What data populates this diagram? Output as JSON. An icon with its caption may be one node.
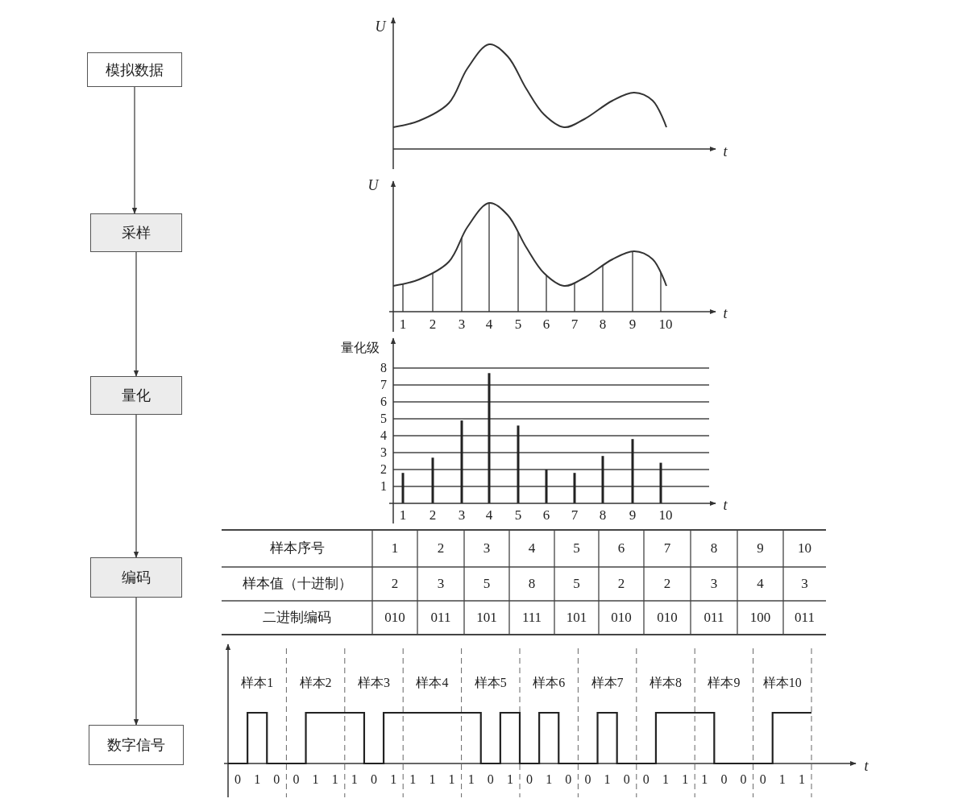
{
  "diagram": {
    "nodes": [
      {
        "text": [
          "模拟数据"
        ]
      },
      {
        "text": [
          "采样"
        ]
      },
      {
        "text": [
          "量化"
        ]
      },
      {
        "text": [
          "编码"
        ]
      },
      {
        "text": [
          "数字信号"
        ]
      }
    ],
    "edges": [
      {
        "from": 0,
        "to": 1,
        "arrow": "to"
      },
      {
        "from": 1,
        "to": 2,
        "arrow": "to"
      },
      {
        "from": 2,
        "to": 3,
        "arrow": "to"
      },
      {
        "from": 3,
        "to": 4,
        "arrow": "to"
      }
    ],
    "labels": [
      "U",
      "t",
      "U",
      "t",
      "1",
      "2",
      "3",
      "4",
      "5",
      "6",
      "7",
      "8",
      "9",
      "10",
      "样本序号",
      "1",
      "2",
      "3",
      "4",
      "5",
      "6",
      "7",
      "8",
      "9",
      "10",
      "样本值（十进制）",
      "2",
      "3",
      "5",
      "8",
      "5",
      "2",
      "2",
      "3",
      "4",
      "3",
      "二进制编码",
      "010",
      "011",
      "101",
      "111",
      "101",
      "010",
      "010",
      "011",
      "100",
      "011",
      "样本1",
      "样本2",
      "样本3",
      "样本4",
      "样本5",
      "样本6",
      "样本7",
      "样本8",
      "样本9",
      "样本10",
      "0",
      "1",
      "0",
      "0",
      "1",
      "1",
      "1",
      "0",
      "1",
      "1",
      "1",
      "1",
      "1",
      "0",
      "1",
      "0",
      "1",
      "0",
      "0",
      "1",
      "0",
      "0",
      "1",
      "1",
      "1",
      "0",
      "0",
      "0",
      "1",
      "1",
      "t"
    ],
    "chart_data": {
      "type": "bar",
      "ylabel": "量化级",
      "xlabel": "t",
      "categories": [
        "1",
        "2",
        "3",
        "4",
        "5",
        "6",
        "7",
        "8",
        "9",
        "10"
      ],
      "values": [
        1.8,
        2.7,
        4.9,
        7.7,
        4.6,
        2,
        1.8,
        2.8,
        3.8,
        2.4
      ],
      "ylim": [
        0,
        8
      ],
      "grid": true,
      "yticks": [
        1,
        2,
        3,
        4,
        5,
        6,
        7,
        8
      ]
    }
  }
}
